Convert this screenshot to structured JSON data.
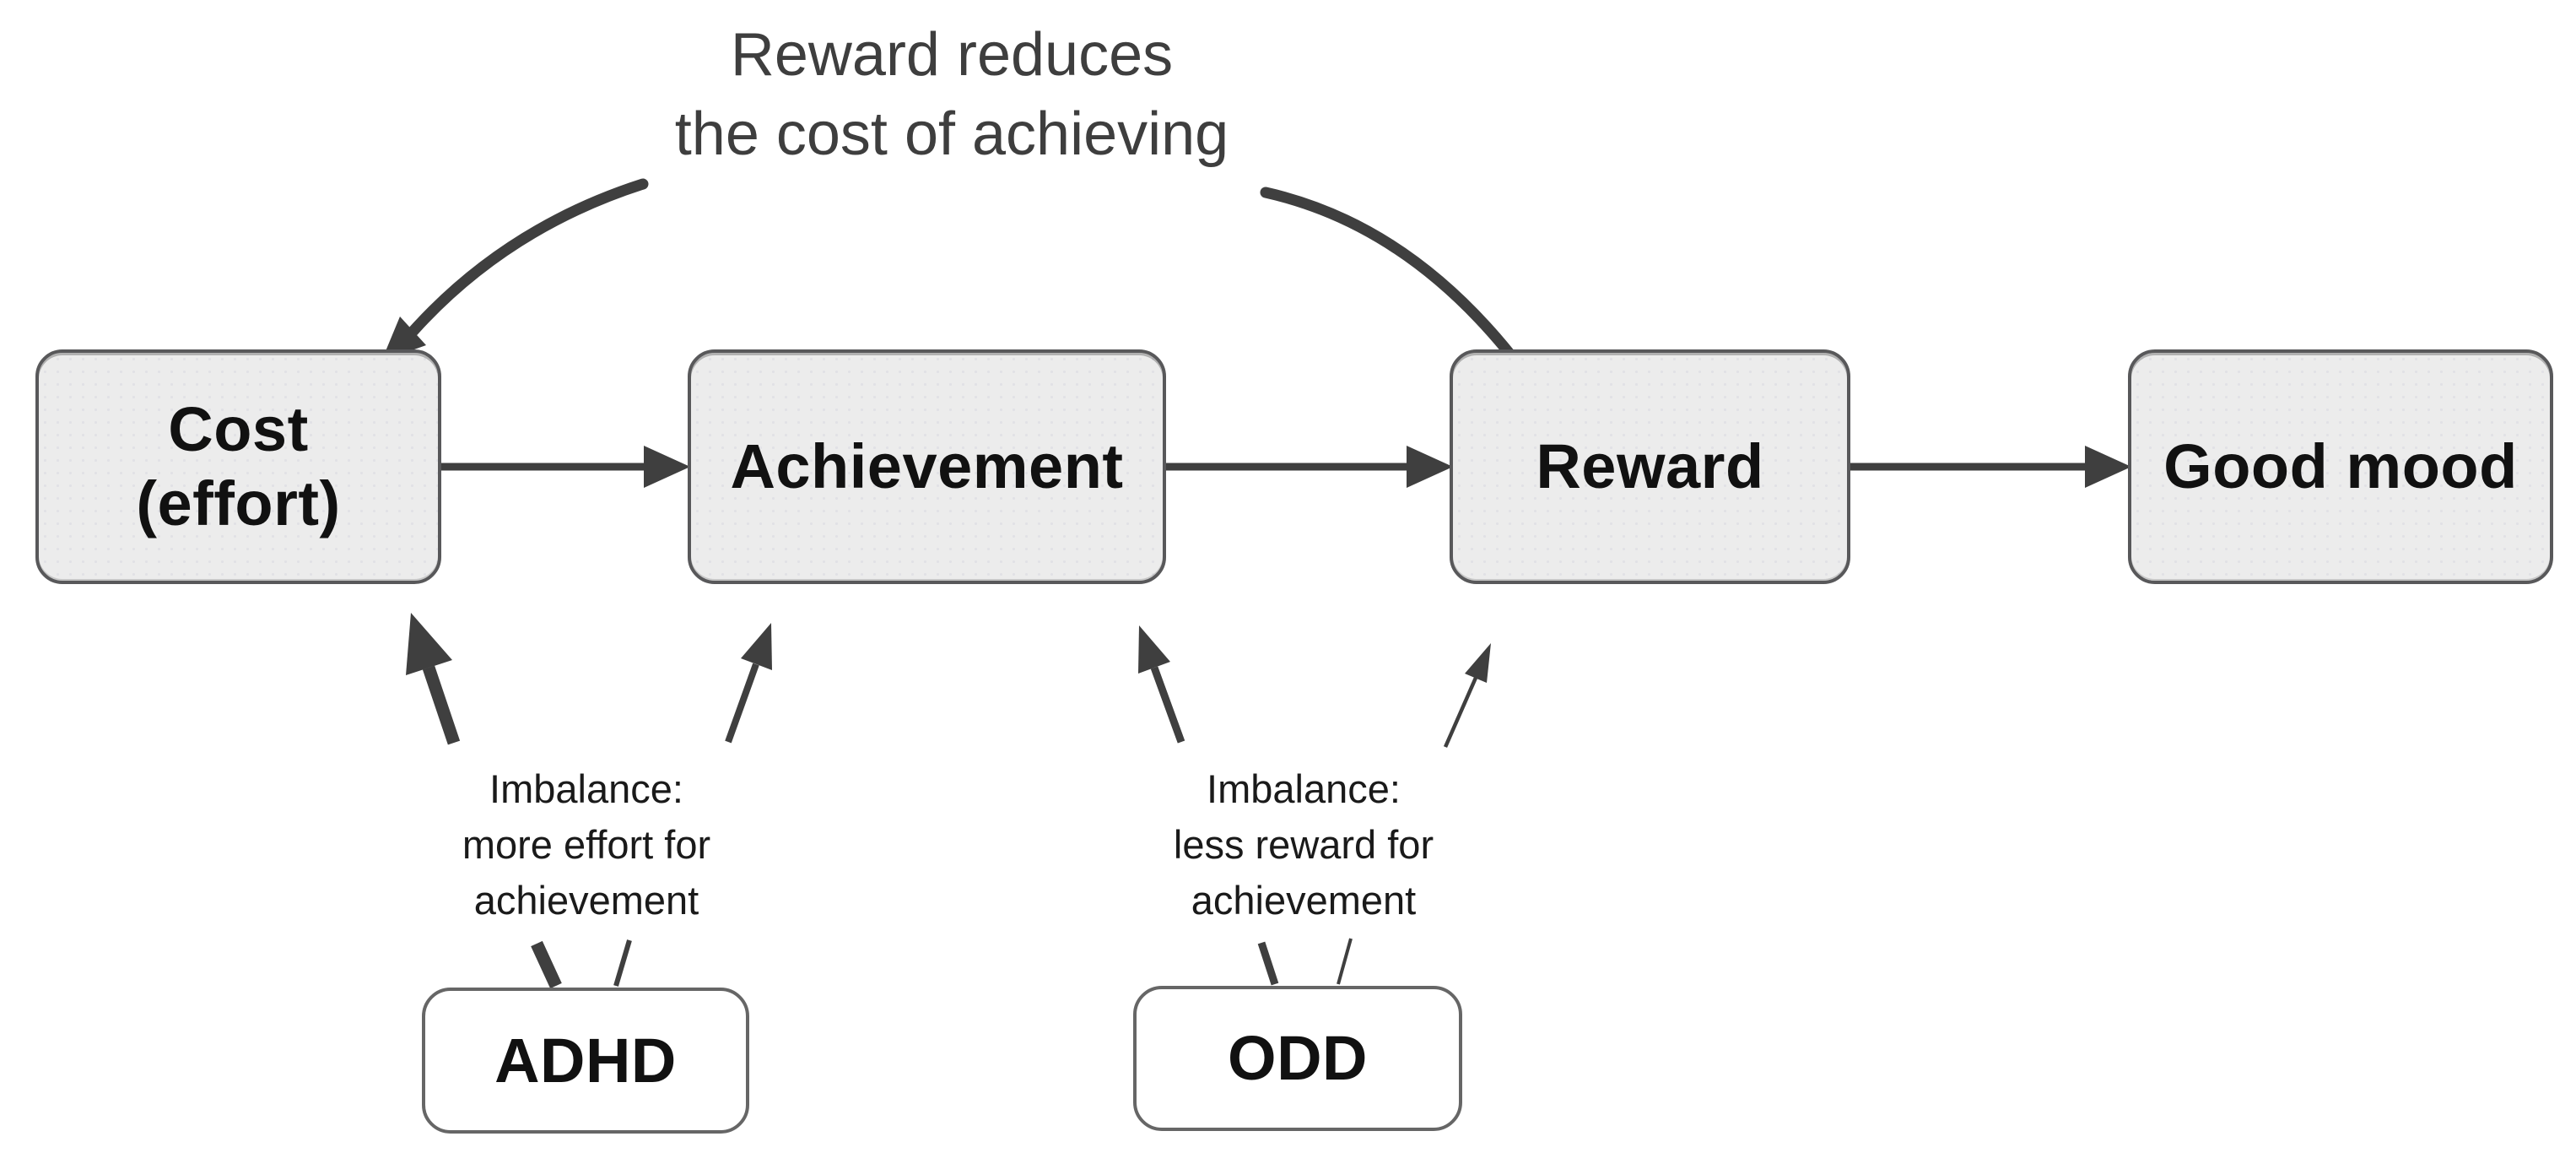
{
  "diagram": {
    "flow_label": {
      "line1": "Reward reduces",
      "line2": "the cost of achieving"
    },
    "nodes": {
      "cost": {
        "line1": "Cost",
        "line2": "(effort)"
      },
      "achievement": {
        "label": "Achievement"
      },
      "reward": {
        "label": "Reward"
      },
      "good_mood": {
        "label": "Good mood"
      },
      "adhd": {
        "label": "ADHD"
      },
      "odd": {
        "label": "ODD"
      }
    },
    "annotations": {
      "imbalance_left": {
        "line1": "Imbalance:",
        "line2": "more effort for",
        "line3": "achievement"
      },
      "imbalance_right": {
        "line1": "Imbalance:",
        "line2": "less reward for",
        "line3": "achievement"
      }
    },
    "colors": {
      "canvas_bg": "#ffffff",
      "node_fill": "#ececec",
      "node_border": "#58585a",
      "disorder_fill": "#ffffff",
      "disorder_border": "#666666",
      "arrow": "#3f3f3f",
      "flow_label_text": "#3e3e3e",
      "node_text": "#111111",
      "annotation_text": "#1a1a1a"
    }
  }
}
